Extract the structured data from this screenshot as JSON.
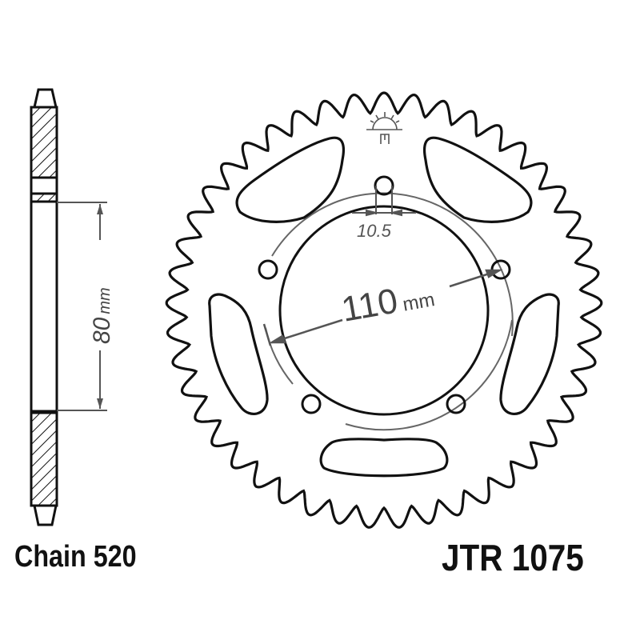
{
  "diagram": {
    "title": "JTR 1075",
    "part_number": "JTR 1075",
    "chain_label": "Chain 520",
    "teeth_count": 45,
    "dimensions": {
      "bolt_hole_diameter": "10.5",
      "pcd": "110",
      "pcd_unit": "mm",
      "center_bore": "80",
      "center_bore_unit": "mm"
    },
    "bolt_holes": 5,
    "lightening_slots": 5,
    "logo_icon": "jt-sunrise-logo",
    "colors": {
      "line": "#111111",
      "dimension": "#555555",
      "background": "#ffffff"
    }
  }
}
